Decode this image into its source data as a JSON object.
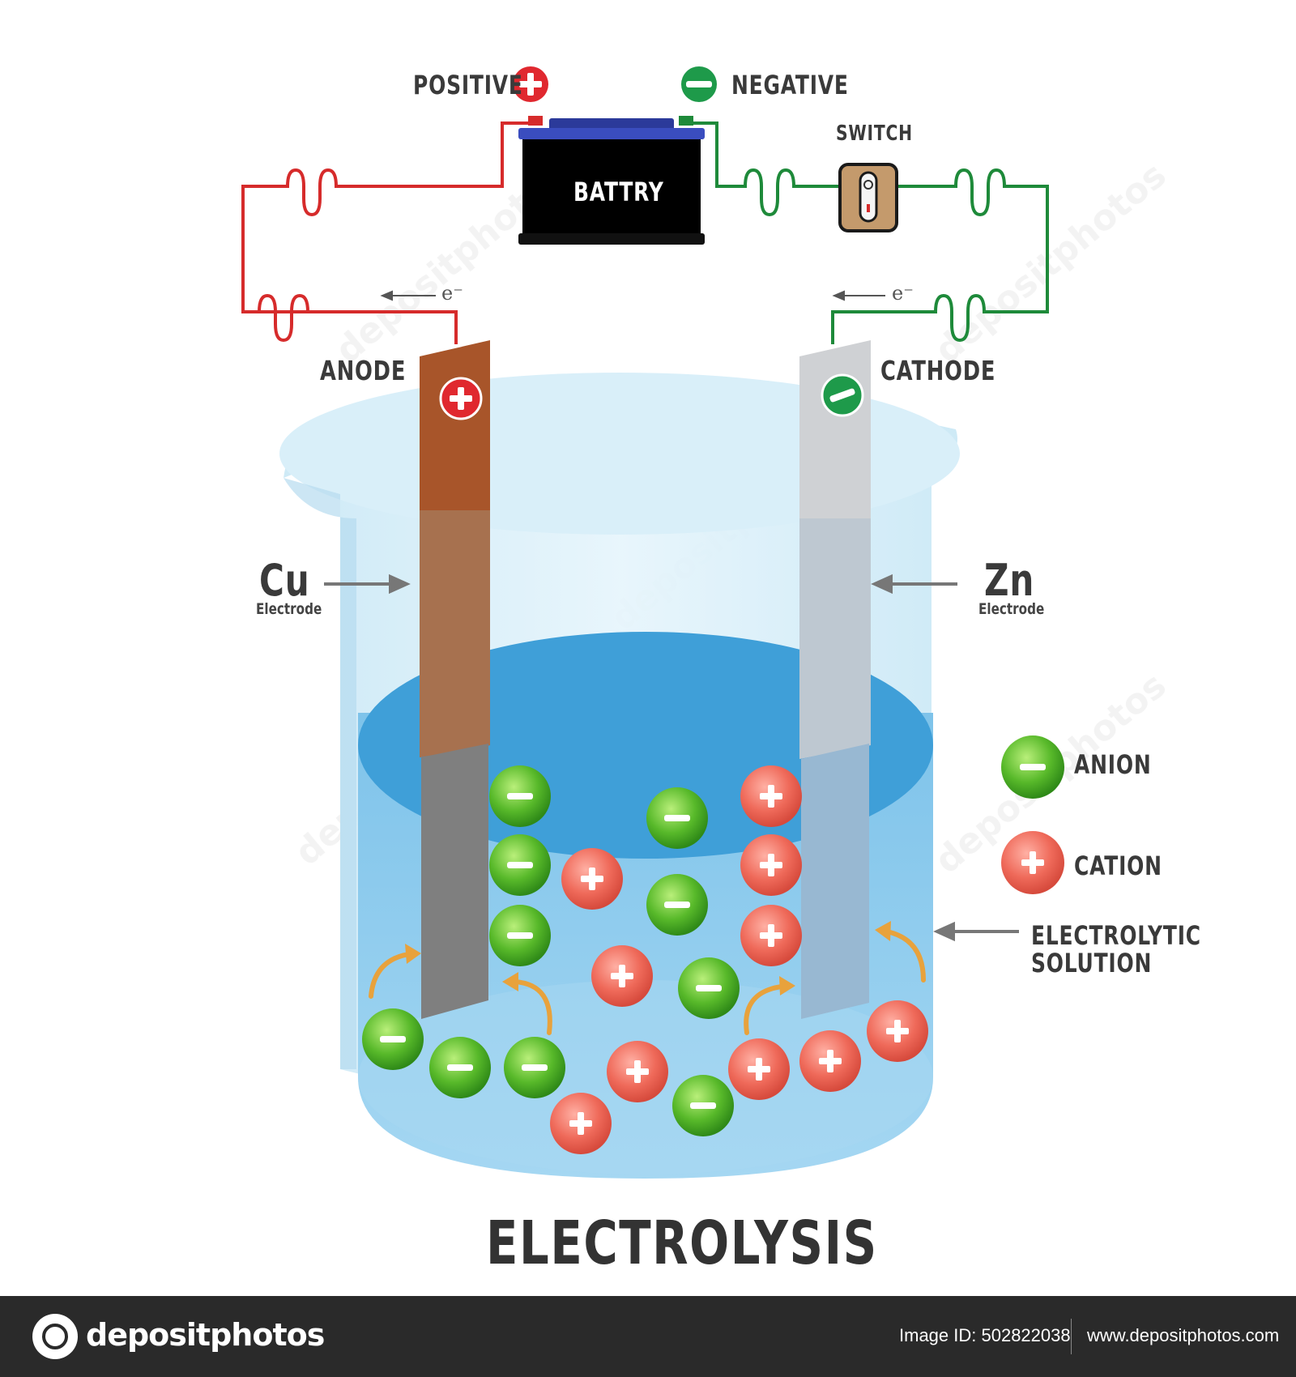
{
  "title": "ELECTROLYSIS",
  "battery": {
    "label": "BATTRY",
    "positive_label": "POSITIVE",
    "negative_label": "NEGATIVE"
  },
  "switch": {
    "label": "SWITCH"
  },
  "anode": {
    "label": "ANODE",
    "element": "Cu",
    "element_sub": "Electrode"
  },
  "cathode": {
    "label": "CATHODE",
    "element": "Zn",
    "element_sub": "Electrode"
  },
  "electron_label": "e⁻",
  "legend": {
    "anion": "ANION",
    "cation": "CATION"
  },
  "solution_label_1": "ELECTROLYTIC",
  "solution_label_2": "SOLUTION",
  "footer": {
    "brand": "depositphotos",
    "image_id": "Image ID: 502822038",
    "url": "www.depositphotos.com"
  },
  "colors": {
    "positive_wire": "#d62b2b",
    "negative_wire": "#1e8a3a",
    "copper": "#a8552a",
    "zinc": "#cfd1d4",
    "anion": "#5cc02e",
    "cation": "#f06a5c",
    "solution": "#5fb2e0"
  },
  "icons": [
    "plus-icon",
    "minus-icon",
    "camera-logo-icon",
    "curved-arrow-icon"
  ]
}
